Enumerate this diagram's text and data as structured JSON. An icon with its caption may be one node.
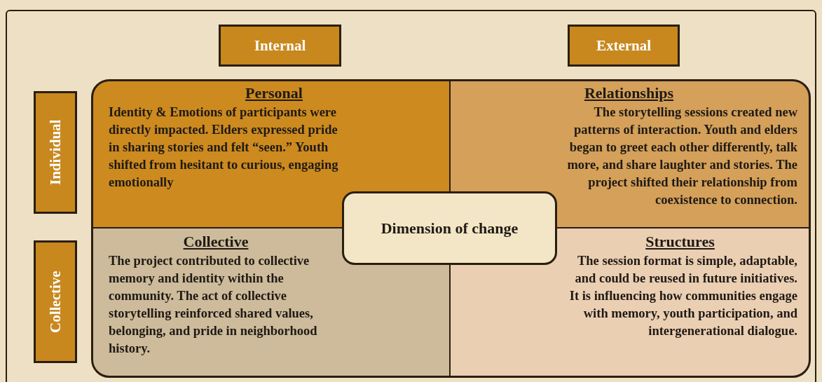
{
  "diagram": {
    "nodes": [
      {
        "text": [
          "Internal"
        ]
      },
      {
        "text": [
          "External"
        ]
      },
      {
        "text": [
          "Individual"
        ]
      },
      {
        "text": [
          "Personal",
          "Identity & Emotions of participants were directly impacted. Elders expressed pride in sharing stories and felt “seen.” Youth shifted from hesitant to curious, engaging emotionally"
        ]
      },
      {
        "text": [
          "Relationships",
          "The storytelling sessions created new patterns of interaction. Youth and elders began to greet each other differently, talk more, and share laughter and stories. The project shifted their relationship from coexistence to connection."
        ]
      },
      {
        "text": [
          "Dimension of change"
        ]
      },
      {
        "text": [
          "Collective"
        ]
      },
      {
        "text": [
          "Collective",
          "The project contributed to collective memory and identity within the community. The act of collective storytelling reinforced shared values, belonging, and pride in neighborhood history."
        ]
      },
      {
        "text": [
          "Structures",
          "The session format is simple, adaptable, and  could be reused in future initiatives. It is influencing how communities engage with memory, youth participation, and intergenerational dialogue."
        ]
      }
    ],
    "edges": []
  }
}
